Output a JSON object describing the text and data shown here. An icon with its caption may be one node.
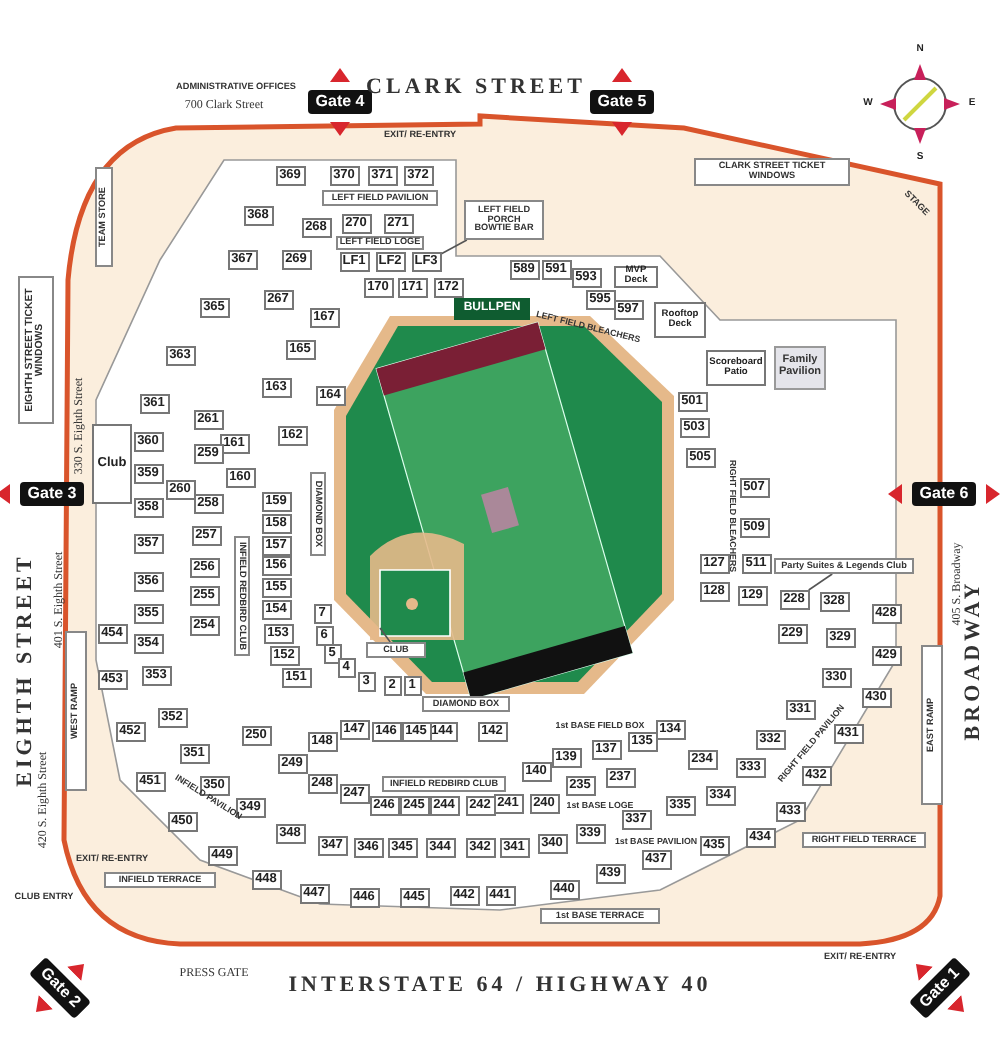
{
  "diagram": {
    "nodes": [
      {
        "text": [
          "Gate 4"
        ]
      },
      {
        "text": [
          "Gate 5"
        ]
      },
      {
        "text": [
          "Gate 3"
        ]
      },
      {
        "text": [
          "Gate 6"
        ]
      },
      {
        "text": [
          "Gate 2"
        ]
      },
      {
        "text": [
          "Gate 1"
        ]
      },
      {
        "text": [
          "TEAM STORE"
        ]
      },
      {
        "text": [
          "CLARK STREET TICKET WINDOWS"
        ]
      },
      {
        "text": [
          "EIGHTH STREET TICKET WINDOWS"
        ]
      },
      {
        "text": [
          "LEFT FIELD PAVILION"
        ]
      },
      {
        "text": [
          "LEFT FIELD LOGE"
        ]
      },
      {
        "text": [
          "LEFT FIELD PORCH",
          "BOWTIE BAR"
        ]
      },
      {
        "text": [
          "BULLPEN"
        ]
      },
      {
        "text": [
          "MVP Deck"
        ]
      },
      {
        "text": [
          "Rooftop Deck"
        ]
      },
      {
        "text": [
          "Scoreboard Patio"
        ]
      },
      {
        "text": [
          "Family Pavilion"
        ]
      },
      {
        "text": [
          "Club"
        ]
      },
      {
        "text": [
          "Party Suites & Legends Club"
        ]
      },
      {
        "text": [
          "CLUB"
        ]
      },
      {
        "text": [
          "DIAMOND BOX"
        ]
      },
      {
        "text": [
          "DIAMOND BOX"
        ]
      },
      {
        "text": [
          "INFIELD REDBIRD CLUB"
        ]
      },
      {
        "text": [
          "WEST RAMP"
        ]
      },
      {
        "text": [
          "EAST RAMP"
        ]
      },
      {
        "text": [
          "1st BASE TERRACE"
        ]
      },
      {
        "text": [
          "RIGHT FIELD TERRACE"
        ]
      },
      {
        "text": [
          "INFIELD TERRACE"
        ]
      },
      {
        "text": [
          "INFIELD REDBIRD CLUB"
        ]
      },
      {
        "text": [
          "369"
        ]
      },
      {
        "text": [
          "370"
        ]
      },
      {
        "text": [
          "371"
        ]
      },
      {
        "text": [
          "372"
        ]
      },
      {
        "text": [
          "368"
        ]
      },
      {
        "text": [
          "268"
        ]
      },
      {
        "text": [
          "270"
        ]
      },
      {
        "text": [
          "271"
        ]
      },
      {
        "text": [
          "367"
        ]
      },
      {
        "text": [
          "269"
        ]
      },
      {
        "text": [
          "LF1"
        ]
      },
      {
        "text": [
          "LF2"
        ]
      },
      {
        "text": [
          "LF3"
        ]
      },
      {
        "text": [
          "170"
        ]
      },
      {
        "text": [
          "171"
        ]
      },
      {
        "text": [
          "172"
        ]
      },
      {
        "text": [
          "365"
        ]
      },
      {
        "text": [
          "267"
        ]
      },
      {
        "text": [
          "589"
        ]
      },
      {
        "text": [
          "591"
        ]
      },
      {
        "text": [
          "593"
        ]
      },
      {
        "text": [
          "595"
        ]
      },
      {
        "text": [
          "597"
        ]
      },
      {
        "text": [
          "167"
        ]
      },
      {
        "text": [
          "165"
        ]
      },
      {
        "text": [
          "363"
        ]
      },
      {
        "text": [
          "163"
        ]
      },
      {
        "text": [
          "164"
        ]
      },
      {
        "text": [
          "361"
        ]
      },
      {
        "text": [
          "261"
        ]
      },
      {
        "text": [
          "162"
        ]
      },
      {
        "text": [
          "360"
        ]
      },
      {
        "text": [
          "161"
        ]
      },
      {
        "text": [
          "160"
        ]
      },
      {
        "text": [
          "359"
        ]
      },
      {
        "text": [
          "259"
        ]
      },
      {
        "text": [
          "260"
        ]
      },
      {
        "text": [
          "159"
        ]
      },
      {
        "text": [
          "358"
        ]
      },
      {
        "text": [
          "258"
        ]
      },
      {
        "text": [
          "158"
        ]
      },
      {
        "text": [
          "357"
        ]
      },
      {
        "text": [
          "257"
        ]
      },
      {
        "text": [
          "157"
        ]
      },
      {
        "text": [
          "156"
        ]
      },
      {
        "text": [
          "256"
        ]
      },
      {
        "text": [
          "356"
        ]
      },
      {
        "text": [
          "155"
        ]
      },
      {
        "text": [
          "255"
        ]
      },
      {
        "text": [
          "154"
        ]
      },
      {
        "text": [
          "355"
        ]
      },
      {
        "text": [
          "7"
        ]
      },
      {
        "text": [
          "254"
        ]
      },
      {
        "text": [
          "153"
        ]
      },
      {
        "text": [
          "454"
        ]
      },
      {
        "text": [
          "6"
        ]
      },
      {
        "text": [
          "354"
        ]
      },
      {
        "text": [
          "5"
        ]
      },
      {
        "text": [
          "152"
        ]
      },
      {
        "text": [
          "4"
        ]
      },
      {
        "text": [
          "353"
        ]
      },
      {
        "text": [
          "151"
        ]
      },
      {
        "text": [
          "453"
        ]
      },
      {
        "text": [
          "3"
        ]
      },
      {
        "text": [
          "2"
        ]
      },
      {
        "text": [
          "1"
        ]
      },
      {
        "text": [
          "501"
        ]
      },
      {
        "text": [
          "503"
        ]
      },
      {
        "text": [
          "505"
        ]
      },
      {
        "text": [
          "507"
        ]
      },
      {
        "text": [
          "509"
        ]
      },
      {
        "text": [
          "127"
        ]
      },
      {
        "text": [
          "511"
        ]
      },
      {
        "text": [
          "128"
        ]
      },
      {
        "text": [
          "129"
        ]
      },
      {
        "text": [
          "228"
        ]
      },
      {
        "text": [
          "328"
        ]
      },
      {
        "text": [
          "428"
        ]
      },
      {
        "text": [
          "229"
        ]
      },
      {
        "text": [
          "329"
        ]
      },
      {
        "text": [
          "429"
        ]
      },
      {
        "text": [
          "330"
        ]
      },
      {
        "text": [
          "430"
        ]
      },
      {
        "text": [
          "331"
        ]
      },
      {
        "text": [
          "352"
        ]
      },
      {
        "text": [
          "134"
        ]
      },
      {
        "text": [
          "142"
        ]
      },
      {
        "text": [
          "144"
        ]
      },
      {
        "text": [
          "145"
        ]
      },
      {
        "text": [
          "146"
        ]
      },
      {
        "text": [
          "147"
        ]
      },
      {
        "text": [
          "452"
        ]
      },
      {
        "text": [
          "250"
        ]
      },
      {
        "text": [
          "148"
        ]
      },
      {
        "text": [
          "431"
        ]
      },
      {
        "text": [
          "332"
        ]
      },
      {
        "text": [
          "135"
        ]
      },
      {
        "text": [
          "137"
        ]
      },
      {
        "text": [
          "351"
        ]
      },
      {
        "text": [
          "139"
        ]
      },
      {
        "text": [
          "234"
        ]
      },
      {
        "text": [
          "249"
        ]
      },
      {
        "text": [
          "333"
        ]
      },
      {
        "text": [
          "140"
        ]
      },
      {
        "text": [
          "432"
        ]
      },
      {
        "text": [
          "237"
        ]
      },
      {
        "text": [
          "451"
        ]
      },
      {
        "text": [
          "248"
        ]
      },
      {
        "text": [
          "350"
        ]
      },
      {
        "text": [
          "235"
        ]
      },
      {
        "text": [
          "247"
        ]
      },
      {
        "text": [
          "334"
        ]
      },
      {
        "text": [
          "241"
        ]
      },
      {
        "text": [
          "240"
        ]
      },
      {
        "text": [
          "246"
        ]
      },
      {
        "text": [
          "245"
        ]
      },
      {
        "text": [
          "244"
        ]
      },
      {
        "text": [
          "242"
        ]
      },
      {
        "text": [
          "335"
        ]
      },
      {
        "text": [
          "349"
        ]
      },
      {
        "text": [
          "433"
        ]
      },
      {
        "text": [
          "337"
        ]
      },
      {
        "text": [
          "450"
        ]
      },
      {
        "text": [
          "339"
        ]
      },
      {
        "text": [
          "348"
        ]
      },
      {
        "text": [
          "434"
        ]
      },
      {
        "text": [
          "340"
        ]
      },
      {
        "text": [
          "347"
        ]
      },
      {
        "text": [
          "435"
        ]
      },
      {
        "text": [
          "346"
        ]
      },
      {
        "text": [
          "345"
        ]
      },
      {
        "text": [
          "344"
        ]
      },
      {
        "text": [
          "342"
        ]
      },
      {
        "text": [
          "341"
        ]
      },
      {
        "text": [
          "449"
        ]
      },
      {
        "text": [
          "437"
        ]
      },
      {
        "text": [
          "439"
        ]
      },
      {
        "text": [
          "448"
        ]
      },
      {
        "text": [
          "440"
        ]
      },
      {
        "text": [
          "447"
        ]
      },
      {
        "text": [
          "441"
        ]
      },
      {
        "text": [
          "442"
        ]
      },
      {
        "text": [
          "446"
        ]
      },
      {
        "text": [
          "445"
        ]
      }
    ],
    "edges": [
      {
        "from": 11,
        "to": 41,
        "arrow": "none"
      },
      {
        "from": 19,
        "to": null,
        "arrow": "none"
      },
      {
        "from": 18,
        "to": 104,
        "arrow": "none"
      }
    ],
    "labels": [
      "ADMINISTRATIVE OFFICES",
      "700 Clark Street",
      "EXIT/ RE-ENTRY",
      "CLARK STREET",
      "STAGE",
      "EIGHTH STREET",
      "330 S. Eighth Street",
      "401 S. Eighth Street",
      "420 S. Eighth Street",
      "EXIT/ RE-ENTRY",
      "CLUB ENTRY",
      "PRESS GATE",
      "INTERSTATE 64 / HIGHWAY 40",
      "EXIT/ RE-ENTRY",
      "BROADWAY",
      "405 S. Broadway",
      "LEFT FIELD BLEACHERS",
      "RIGHT FIELD BLEACHERS",
      "1st BASE FIELD BOX",
      "1st BASE LOGE",
      "1st BASE PAVILION",
      "RIGHT FIELD PAVILION",
      "INFIELD PAVILION",
      "N",
      "E",
      "S",
      "W"
    ]
  }
}
